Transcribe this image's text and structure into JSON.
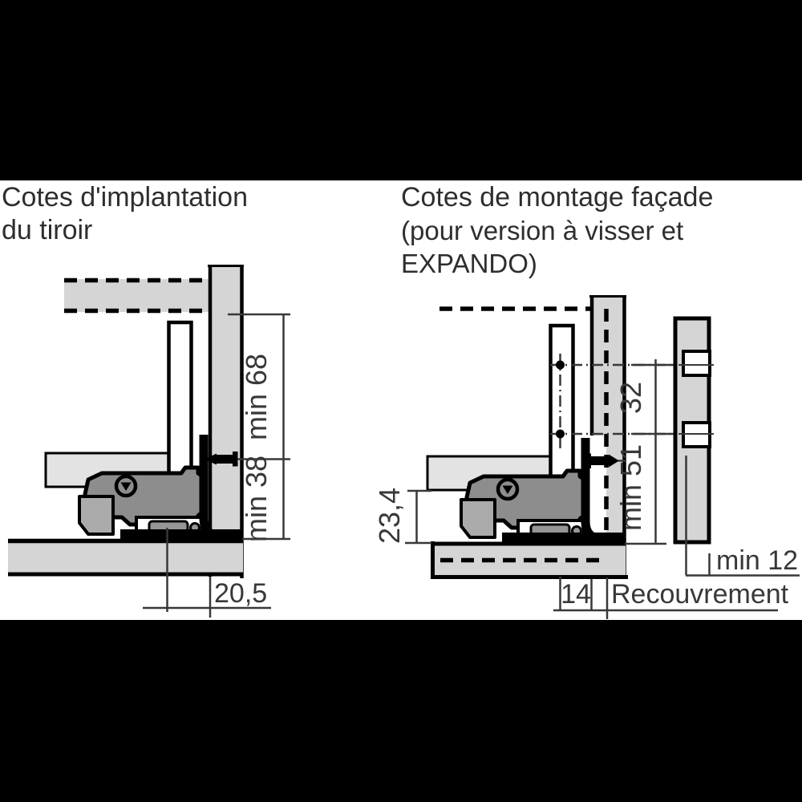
{
  "titles": {
    "left": {
      "line1": "Cotes d'implantation",
      "line2": "du tiroir"
    },
    "right": {
      "line1": "Cotes de montage façade",
      "line2": "(pour version à visser et EXPANDO)"
    }
  },
  "left_diagram": {
    "label": "drawer-installation-cross-section",
    "dim_top_height": "min 68",
    "dim_bottom_height": "min 38",
    "dim_depth": "20,5"
  },
  "right_diagram": {
    "label": "front-mounting-cross-section",
    "dim_hole_spacing": "32",
    "dim_lower_height": "min 51",
    "dim_bottom_offset": "23,4",
    "dim_drill_distance": "14",
    "overlay_label": "Recouvrement",
    "dim_front_thickness": "min 12"
  },
  "colors": {
    "panel_gray": "#d5d5d5",
    "drawer_bottom_gray": "#e3e3e3",
    "mechanism_gray": "#8d8d8d",
    "mechanism_light_gray": "#ababab",
    "outline": "#000000",
    "text": "#383838"
  }
}
